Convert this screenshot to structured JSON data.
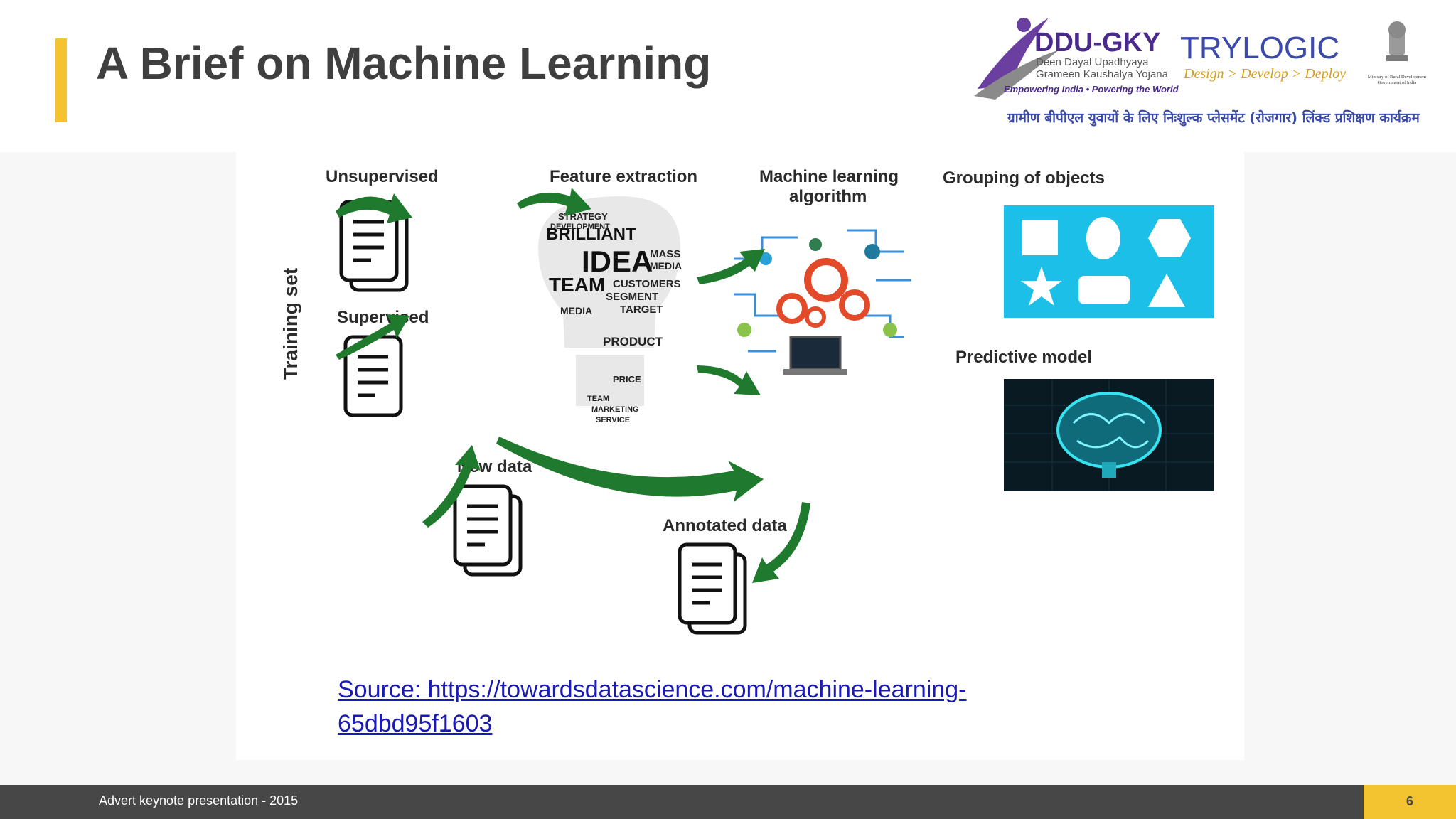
{
  "slide": {
    "title": "A Brief on Machine Learning",
    "footer_text": "Advert keynote presentation - 2015",
    "page_number": "6",
    "accent_color": "#f4c430",
    "footer_color": "#474747"
  },
  "logos": {
    "ddu_gky": {
      "name": "DDU-GKY",
      "line1": "Deen Dayal Upadhyaya",
      "line2": "Grameen Kaushalya Yojana",
      "tagline": "Empowering India • Powering the World"
    },
    "trylogic": {
      "name": "TRYLOGIC",
      "tagline": "Design > Develop > Deploy"
    },
    "ministry": {
      "line1": "Ministry of Rural Development",
      "line2": "Government of India"
    },
    "hindi_banner": "ग्रामीण बीपीएल युवायों  के लिए निःशुल्क प्लेसमेंट  (रोजगार) लिंक्ड प्रशिक्षण कार्यक्रम"
  },
  "diagram": {
    "training_set_label": "Training set",
    "unsupervised_label": "Unsupervised",
    "supervised_label": "Supervised",
    "new_data_label": "New data",
    "feature_extraction_label": "Feature extraction",
    "ml_algorithm_line1": "Machine learning",
    "ml_algorithm_line2": "algorithm",
    "grouping_label": "Grouping of objects",
    "predictive_label": "Predictive model",
    "annotated_label": "Annotated data",
    "bulb_words": [
      "STRATEGY",
      "BRILLIANT",
      "IDEA",
      "TEAM",
      "MASS",
      "MEDIA",
      "CUSTOMERS",
      "SEGMENT",
      "TARGET",
      "PRODUCT",
      "PRICE",
      "MEDIA",
      "TEAM",
      "MARKETING",
      "SERVICE",
      "DEVELOPMENT"
    ],
    "arrow_color": "#1f7a2e",
    "grouping_bg": "#1cbfe8",
    "predictive_bg": "#0a1a22"
  },
  "source": {
    "line1": "Source: https://towardsdatascience.com/machine-learning-",
    "line2": "65dbd95f1603"
  }
}
